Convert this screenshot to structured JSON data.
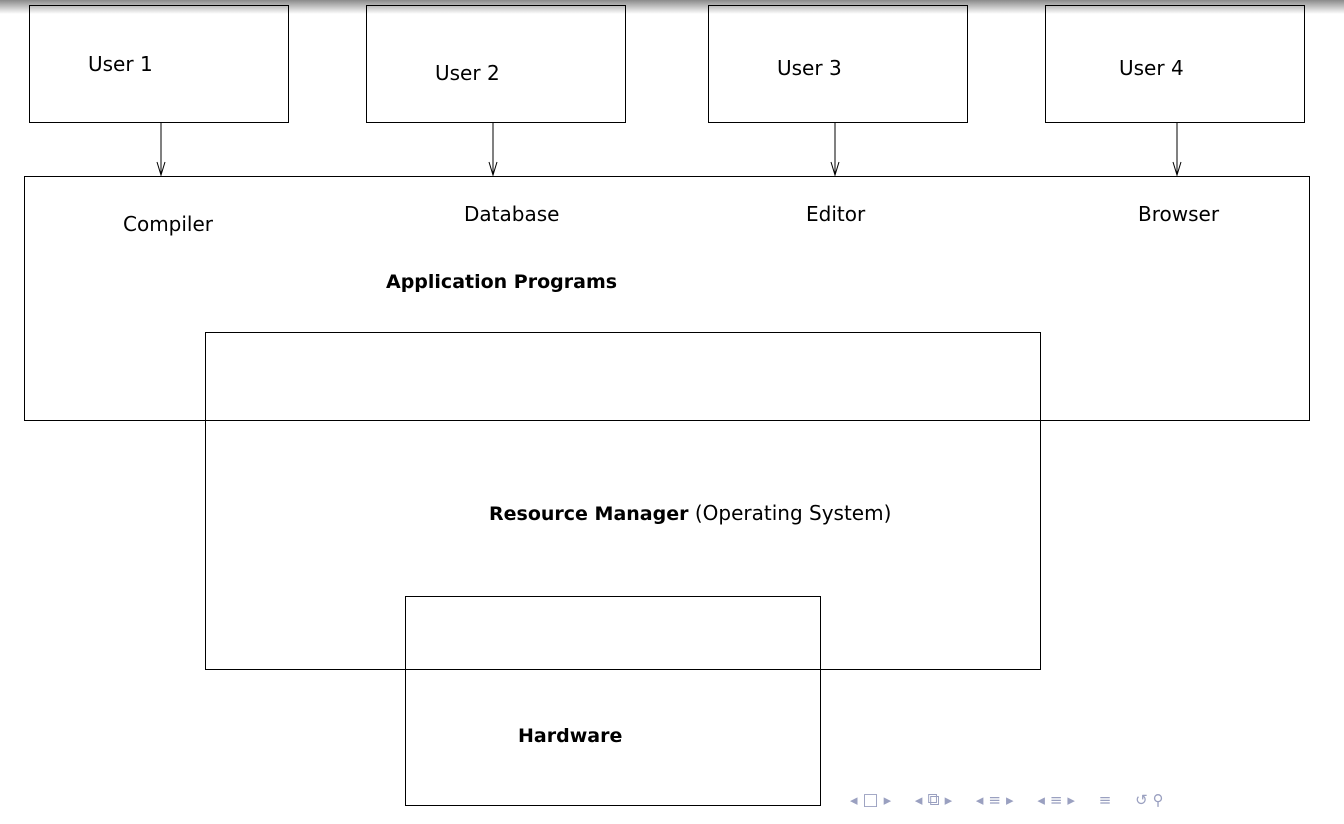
{
  "users": [
    {
      "label": "User 1"
    },
    {
      "label": "User 2"
    },
    {
      "label": "User 3"
    },
    {
      "label": "User 4"
    }
  ],
  "applications": {
    "items": [
      "Compiler",
      "Database",
      "Editor",
      "Browser"
    ],
    "title": "Application Programs"
  },
  "resource_manager": {
    "title": "Resource Manager",
    "subtitle": "(Operating System)"
  },
  "hardware": {
    "title": "Hardware"
  },
  "colors": {
    "line": "#000000",
    "background": "#ffffff",
    "nav": "#9aa0c0"
  },
  "nav_icons": [
    "triangle-left-icon",
    "square-icon",
    "triangle-right-icon",
    "triangle-left-icon",
    "pages-icon",
    "triangle-right-icon",
    "triangle-left-icon",
    "section-icon",
    "triangle-right-icon",
    "triangle-left-icon",
    "subsection-icon",
    "triangle-right-icon",
    "align-icon",
    "undo-icon",
    "search-icon"
  ]
}
